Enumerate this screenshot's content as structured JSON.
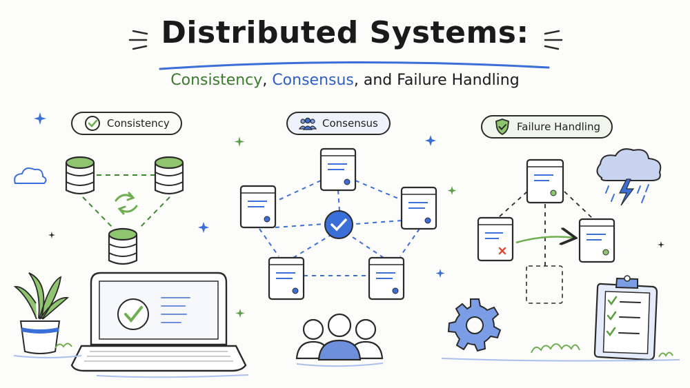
{
  "header": {
    "title": "Distributed Systems:",
    "subtitle_part1": "Consistency",
    "subtitle_sep1": ", ",
    "subtitle_part2": "Consensus",
    "subtitle_sep2": ", and Failure Handling"
  },
  "sections": [
    {
      "label": "Consistency",
      "icon": "check-circle-icon",
      "accent": "#6fae4f"
    },
    {
      "label": "Consensus",
      "icon": "people-group-icon",
      "accent": "#3b6fd8"
    },
    {
      "label": "Failure Handling",
      "icon": "shield-check-icon",
      "accent": "#6fae4f"
    }
  ],
  "colors": {
    "ink": "#2a2a2a",
    "green": "#6fae4f",
    "blue": "#3b6fd8",
    "red": "#d84a3a",
    "paper": "#fcfcfa"
  }
}
